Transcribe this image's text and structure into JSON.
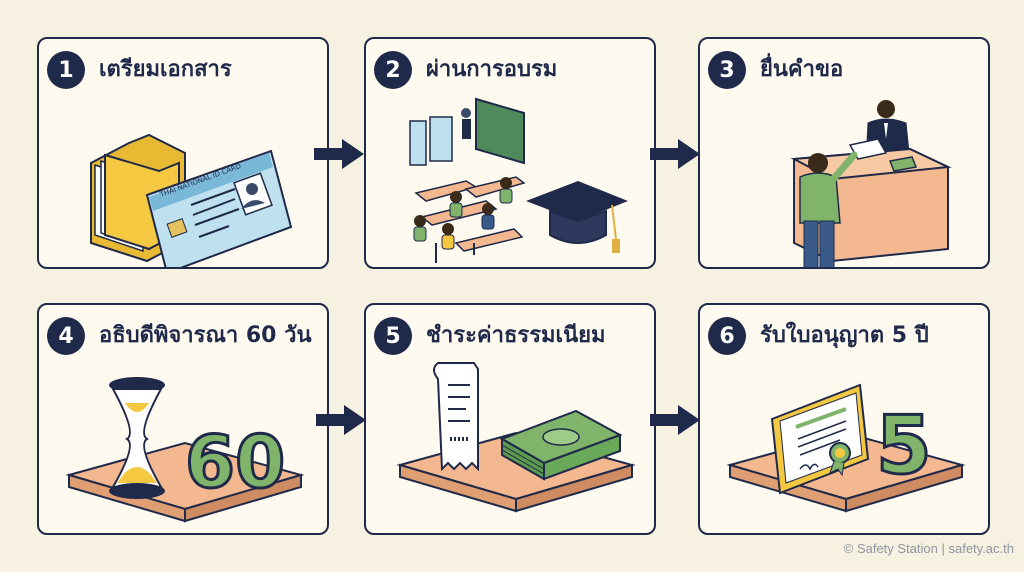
{
  "steps": [
    {
      "number": "1",
      "title": "เตรียมเอกสาร",
      "card_text": "THAI NATIONAL ID CARD"
    },
    {
      "number": "2",
      "title": "ผ่านการอบรม"
    },
    {
      "number": "3",
      "title": "ยื่นคำขอ"
    },
    {
      "number": "4",
      "title": "อธิบดีพิจารณา 60 วัน",
      "big_text": "60"
    },
    {
      "number": "5",
      "title": "ชำระค่าธรรมเนียม"
    },
    {
      "number": "6",
      "title": "รับใบอนุญาต 5 ปี",
      "big_text": "5"
    }
  ],
  "footer": "© Safety Station | safety.ac.th",
  "colors": {
    "navy": "#1f2a4a",
    "card_bg": "#fffaf0",
    "page_bg": "#f7f1e1",
    "folder": "#f5c842",
    "green": "#7fb46a",
    "peach": "#f3b88f"
  },
  "icons": [
    "folder-icon",
    "id-card-icon",
    "classroom-icon",
    "graduation-cap-icon",
    "officer-desk-icon",
    "hourglass-icon",
    "receipt-icon",
    "banknotes-icon",
    "certificate-icon",
    "arrow-right-icon"
  ]
}
